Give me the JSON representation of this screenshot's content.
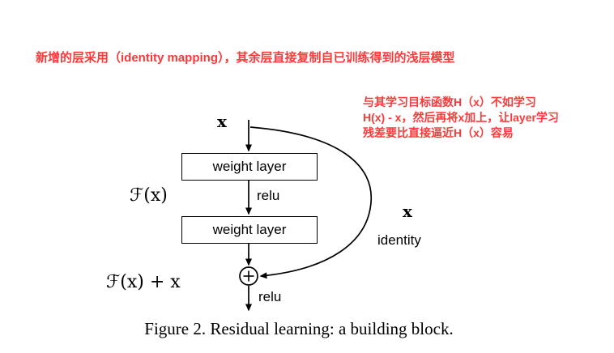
{
  "colors": {
    "annotation_red": "#fa3a3a",
    "diagram_black": "#000000",
    "background": "#ffffff"
  },
  "annotations": {
    "top_note": "新增的层采用（identity mapping），其余层直接复制自已训练得到的浅层模型",
    "right_note_lines": [
      "与其学习目标函数H（x）不如学习",
      "H(x) - x，然后再将x加上，让layer学习",
      "残差要比直接逼近H（x）容易"
    ]
  },
  "diagram": {
    "input_label": "x",
    "weight_layer1_label": "weight layer",
    "weight_layer2_label": "weight layer",
    "relu1_label": "relu",
    "relu2_label": "relu",
    "residual_function_label": "ℱ(x)",
    "sum_label": "ℱ(x) + x",
    "plus_symbol": "+",
    "shortcut_x_label": "x",
    "shortcut_identity_label": "identity"
  },
  "caption": "Figure 2. Residual learning: a building block."
}
